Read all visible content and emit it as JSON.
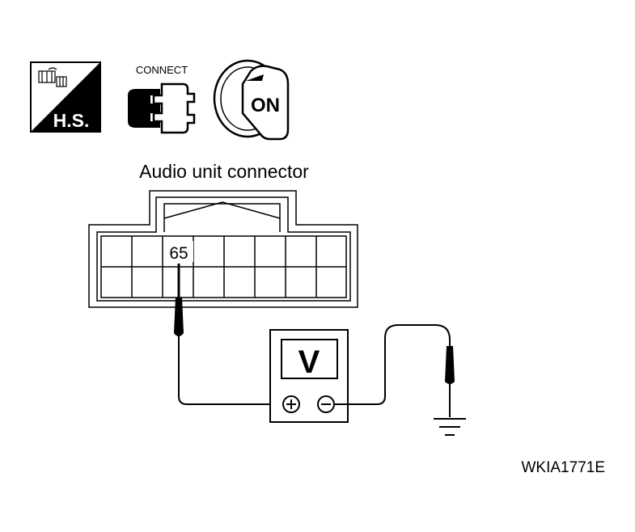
{
  "icons": {
    "hs_label": "H.S.",
    "connect_label": "CONNECT",
    "key_label": "ON"
  },
  "connector": {
    "title": "Audio unit connector",
    "pin_label": "65"
  },
  "meter": {
    "symbol": "V",
    "positive": "+",
    "negative": "−"
  },
  "figure_code": "WKIA1771E"
}
